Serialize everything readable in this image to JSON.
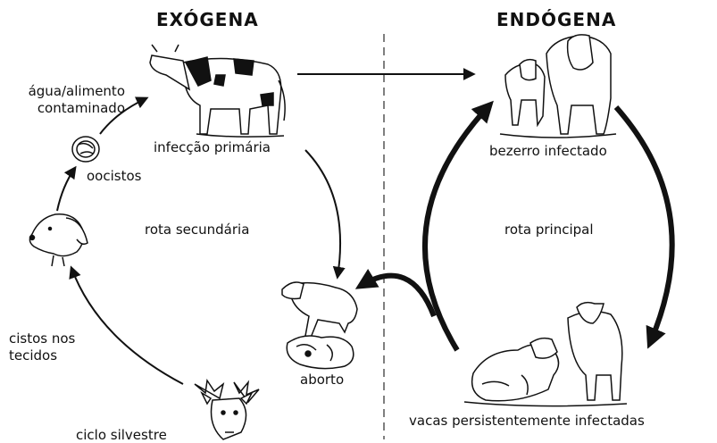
{
  "headers": {
    "left": "EXÓGENA",
    "right": "ENDÓGENA"
  },
  "labels": {
    "water_food_line1": "água/alimento",
    "water_food_line2": "contaminado",
    "primary_infection": "infecção primária",
    "oocysts": "oocistos",
    "secondary_route": "rota secundária",
    "tissue_cysts_line1": "cistos nos",
    "tissue_cysts_line2": "tecidos",
    "abortion": "aborto",
    "sylvatic_cycle": "ciclo silvestre",
    "infected_calf": "bezerro infectado",
    "main_route": "rota principal",
    "persistently_infected_cows": "vacas persistentemente infectadas"
  },
  "icons": {
    "cow": "holstein-cow-icon",
    "oocyst": "oocyst-icon",
    "dog": "dog-head-icon",
    "deer": "deer-icon",
    "aborted_calf": "aborted-calf-icon",
    "calf_and_cow": "calf-and-cow-icon",
    "resting_cows": "resting-cows-icon"
  },
  "colors": {
    "ink": "#111111",
    "background": "#ffffff",
    "divider": "#555555"
  }
}
